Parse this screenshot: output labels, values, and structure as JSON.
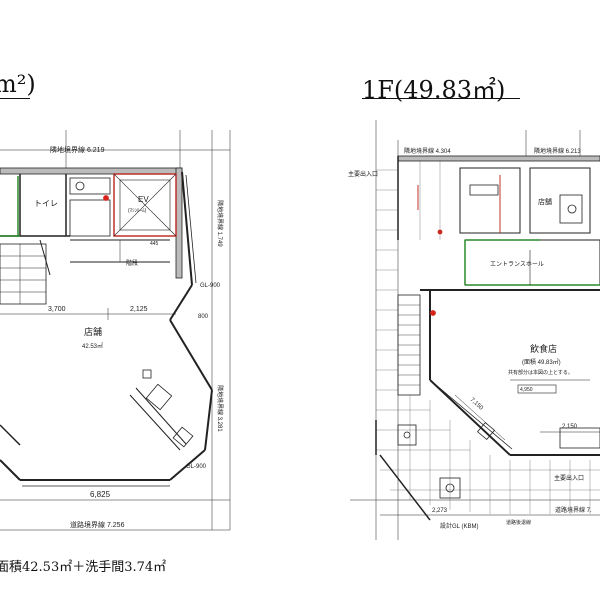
{
  "left_plan": {
    "title": "m²)",
    "dims": {
      "boundary_top": "隣地境界線 6.219",
      "boundary_right": "隣地境界線 1.749",
      "boundary_right2": "隣地境界線 3.281",
      "boundary_bottom": "道路境界線 7.256",
      "width_3700": "3,700",
      "width_2125": "2,125",
      "width_6825": "6,825",
      "gl_900": "GL-900",
      "gl_900b": "GL-900",
      "dim_800": "800",
      "dim_445": "445"
    },
    "rooms": {
      "toilet": "トイレ",
      "ev": "EV",
      "ev_sub": "(ﾏｼﾝﾙｰﾑ)",
      "store": "店舗",
      "store_area": "42.53㎡",
      "stair_label": "階段"
    },
    "footer": "面積42.53㎡＋洗手間3.74㎡"
  },
  "right_plan": {
    "title": "1F(49.83㎡)",
    "dims": {
      "boundary_top": "隣地境界線 4.304",
      "boundary_top2": "隣地境界線 6.213",
      "boundary_bottom": "道路境界線 7.",
      "dim_7150": "7,150",
      "dim_2150": "2,150",
      "dim_2273": "2,273",
      "dim_4950": "4,950",
      "gl_mark": "設計GL (KBM)",
      "road_mark": "道路後退線"
    },
    "rooms": {
      "entrance_hall": "エントランスホール",
      "restaurant": "飲食店",
      "restaurant_area": "(面積 49.83㎡)",
      "restaurant_note": "共有部分は本図の上とする。",
      "main_entrance": "主要出入口",
      "sub_entrance": "主要出入口",
      "shop": "店舗"
    }
  }
}
